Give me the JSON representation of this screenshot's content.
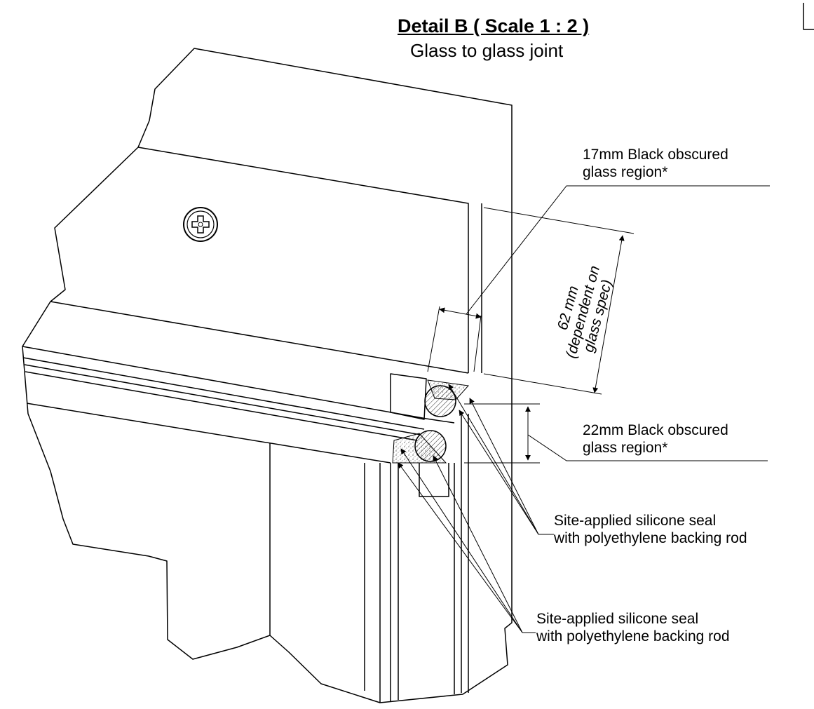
{
  "title": "Detail B ( Scale 1 : 2 )",
  "subtitle": "Glass to glass joint",
  "annotations": {
    "obscured_17": [
      "17mm Black obscured",
      "glass region*"
    ],
    "obscured_22": [
      "22mm Black obscured",
      "glass region*"
    ],
    "seal_upper": [
      "Site-applied silicone seal",
      "with polyethylene backing rod"
    ],
    "seal_lower": [
      "Site-applied silicone seal",
      "with polyethylene backing rod"
    ]
  },
  "dimension": {
    "value": "62 mm",
    "note_line1": "(dependent on",
    "note_line2": "glass spec)"
  },
  "icons": [
    "screw-icon"
  ]
}
